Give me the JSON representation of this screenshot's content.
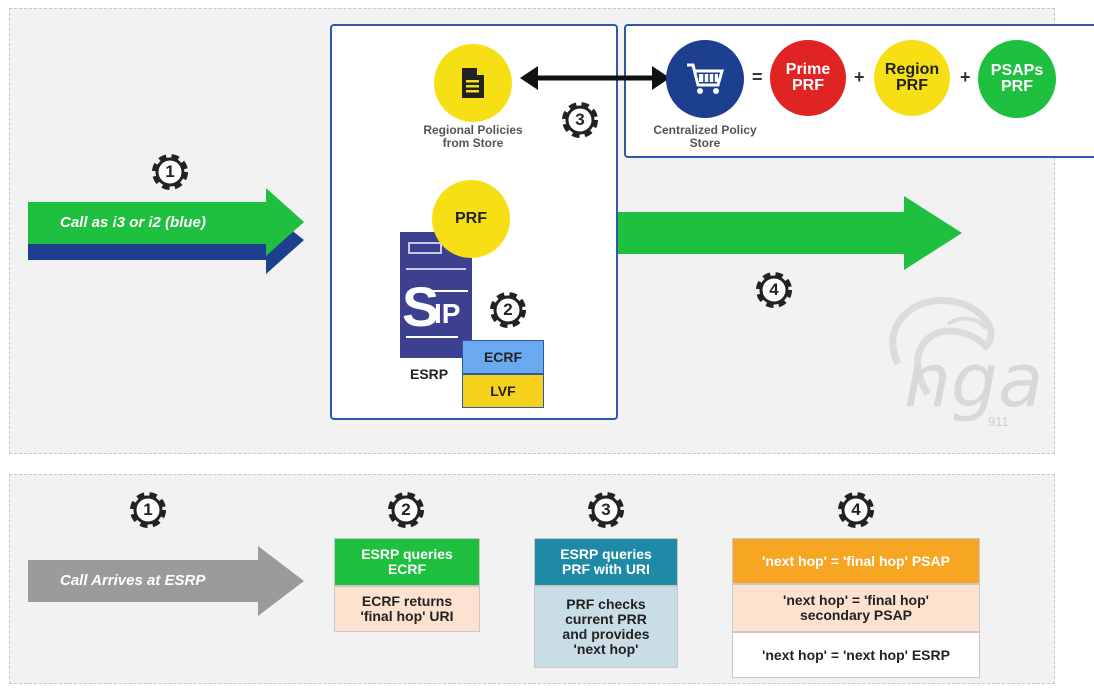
{
  "top": {
    "call_arrow_label": "Call as i3 or i2 (blue)",
    "regional_policies_caption": "Regional Policies\nfrom Store",
    "centralized_store_caption": "Centralized Policy\nStore",
    "prf_label": "PRF",
    "equals": "=",
    "plus1": "+",
    "plus2": "+",
    "prime_prf": "Prime\nPRF",
    "region_prf": "Region\nPRF",
    "psaps_prf": "PSAPs\nPRF",
    "esrp_label": "ESRP",
    "ecrf_label": "ECRF",
    "lvf_label": "LVF",
    "sip_label": "IP",
    "gears": [
      "1",
      "2",
      "3",
      "4"
    ],
    "watermark_text": "nga",
    "watermark_sub": "911"
  },
  "bottom": {
    "arrow_label": "Call Arrives at ESRP",
    "gears": [
      "1",
      "2",
      "3",
      "4"
    ],
    "step2_header": "ESRP queries\nECRF",
    "step2_body": "ECRF returns\n'final hop' URI",
    "step3_header": "ESRP queries\nPRF with URI",
    "step3_body": "PRF checks\ncurrent PRR\nand provides\n'next hop'",
    "step4_header": "'next hop' = 'final hop' PSAP",
    "step4_mid": "'next hop' = 'final hop'\nsecondary PSAP",
    "step4_bottom": "'next hop' = 'next hop' ESRP"
  },
  "colors": {
    "green": "#1fbf3f",
    "blue": "#1d3f8f",
    "yellow": "#f7df16",
    "red": "#e02323",
    "teal": "#1f8aa5",
    "orange": "#f7a624",
    "peach": "#fde3cf",
    "gray": "#9b9b9b"
  }
}
